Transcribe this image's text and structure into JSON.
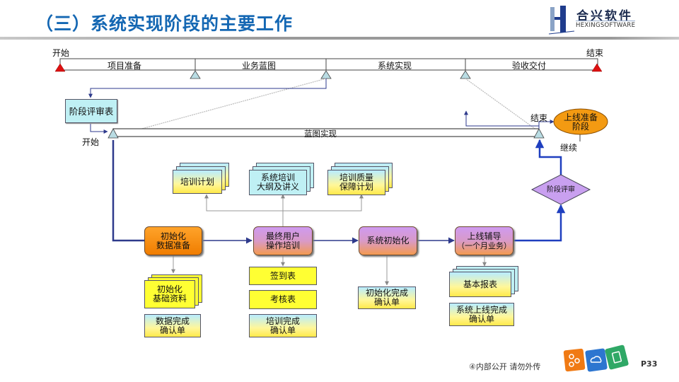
{
  "header": {
    "title": "（三）系统实现阶段的主要工作",
    "logo_cn": "合兴软件",
    "logo_en": "HEXINGSOFTWARE"
  },
  "timeline": {
    "start_label": "开始",
    "end_label": "结束",
    "phases": [
      "项目准备",
      "业务蓝图",
      "系统实现",
      "验收交付"
    ]
  },
  "subtimeline": {
    "start_label": "开始",
    "bar_label": "蓝图实现",
    "end_label": "结束",
    "continue_label": "继续"
  },
  "review_form": {
    "label": "阶段评审表"
  },
  "next_phase": {
    "label": "上线准备阶段",
    "line1": "上线准备",
    "line2": "阶段"
  },
  "decision": {
    "label": "阶段评审"
  },
  "training_docs": [
    {
      "line1": "培训计划",
      "line2": ""
    },
    {
      "line1": "系统培训",
      "line2": "大纲及讲义"
    },
    {
      "line1": "培训质量",
      "line2": "保障计划"
    }
  ],
  "processes": [
    {
      "line1": "初始化",
      "line2": "数据准备"
    },
    {
      "line1": "最终用户",
      "line2": "操作培训"
    },
    {
      "line1": "系统初始化",
      "line2": ""
    },
    {
      "line1": "上线辅导",
      "line2": "（一个月业务）"
    }
  ],
  "outputs": {
    "init_data": [
      {
        "line1": "初始化",
        "line2": "基础资料"
      },
      {
        "line1": "数据完成",
        "line2": "确认单"
      }
    ],
    "training": [
      {
        "line1": "签到表",
        "line2": ""
      },
      {
        "line1": "考核表",
        "line2": ""
      },
      {
        "line1": "培训完成",
        "line2": "确认单"
      }
    ],
    "sys_init": [
      {
        "line1": "初始化完成",
        "line2": "确认单"
      }
    ],
    "golive": [
      {
        "line1": "基本报表",
        "line2": ""
      },
      {
        "line1": "系统上线完成",
        "line2": "确认单"
      }
    ]
  },
  "footer": {
    "notice": "④内部公开 请勿外传",
    "page": "P33"
  },
  "colors": {
    "title": "#1467b3",
    "flow_line": "#2e3a8c",
    "start_end_marker": "#dd1111",
    "milestone_marker": "#b9dce3",
    "process_orange": "#f58b0c",
    "next_phase": "#f39a12",
    "decision": "#c9a0f0"
  }
}
